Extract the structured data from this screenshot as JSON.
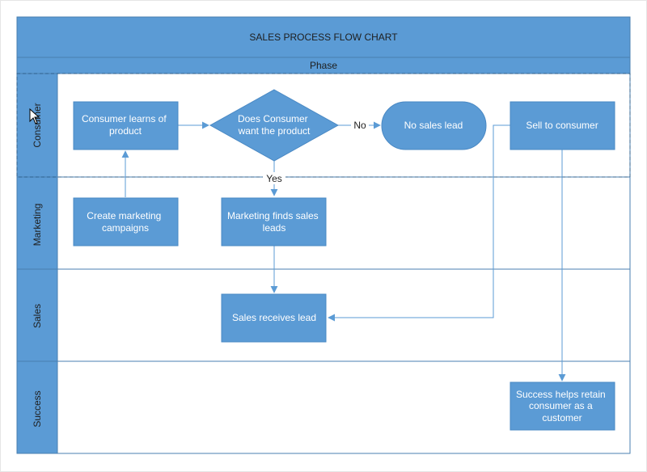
{
  "title": "SALES PROCESS FLOW CHART",
  "phase_label": "Phase",
  "lanes": {
    "consumer": "Consumer",
    "marketing": "Marketing",
    "sales": "Sales",
    "success": "Success"
  },
  "nodes": {
    "consumer_learns": [
      "Consumer learns of",
      "product"
    ],
    "decision": [
      "Does Consumer",
      "want the product"
    ],
    "no_sales_lead": [
      "No sales lead"
    ],
    "sell_to_consumer": [
      "Sell to consumer"
    ],
    "create_campaigns": [
      "Create marketing",
      "campaigns"
    ],
    "marketing_finds": [
      "Marketing finds sales",
      "leads"
    ],
    "sales_receives": [
      "Sales receives lead"
    ],
    "success_helps": [
      "Success helps retain",
      "consumer as a",
      "customer"
    ]
  },
  "edge_labels": {
    "no": "No",
    "yes": "Yes"
  },
  "colors": {
    "node_fill": "#5b9bd5",
    "node_stroke": "#4a89c4",
    "lane_header_fill": "#5b9bd5",
    "title_fill": "#5b9bd5",
    "connector": "#5b9bd5",
    "border": "#4a7fb0"
  }
}
